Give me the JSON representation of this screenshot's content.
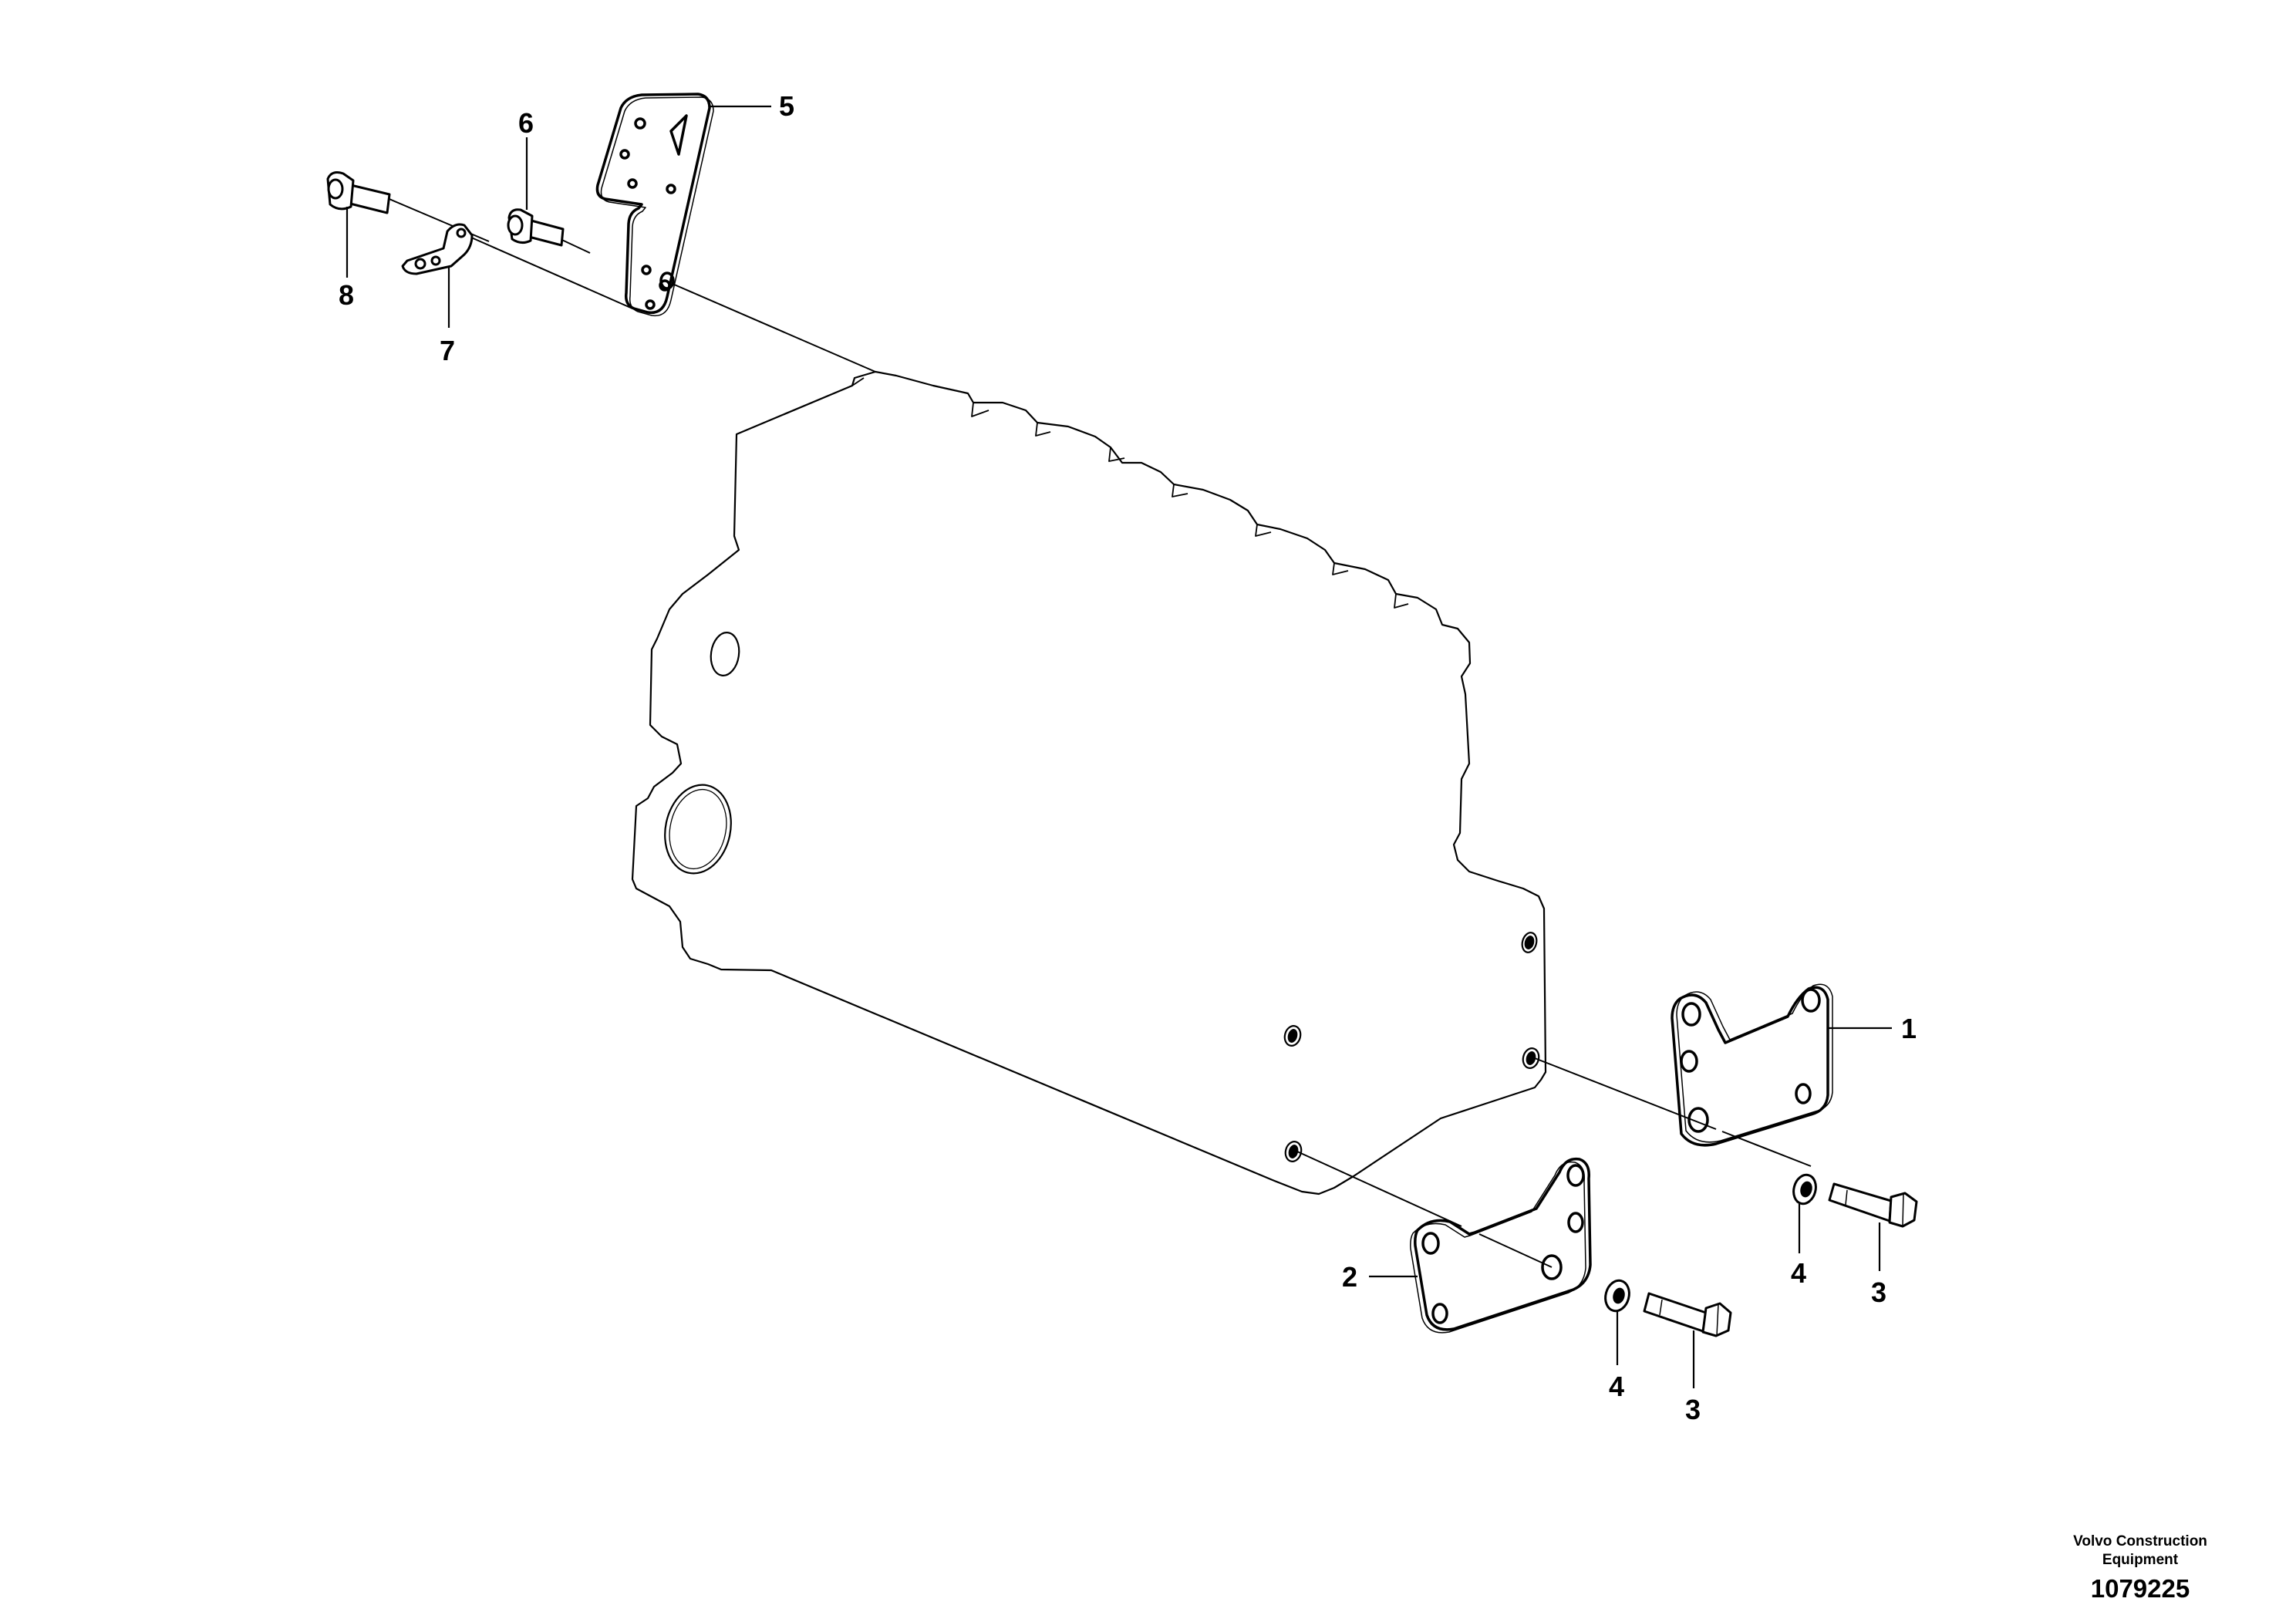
{
  "diagram": {
    "callouts": {
      "c1": "1",
      "c2": "2",
      "c3a": "3",
      "c3b": "3",
      "c4a": "4",
      "c4b": "4",
      "c5": "5",
      "c6": "6",
      "c7": "7",
      "c8": "8"
    }
  },
  "footer": {
    "company_line1": "Volvo Construction",
    "company_line2": "Equipment",
    "document_number": "1079225"
  },
  "colors": {
    "line": "#000000",
    "background": "#ffffff"
  }
}
